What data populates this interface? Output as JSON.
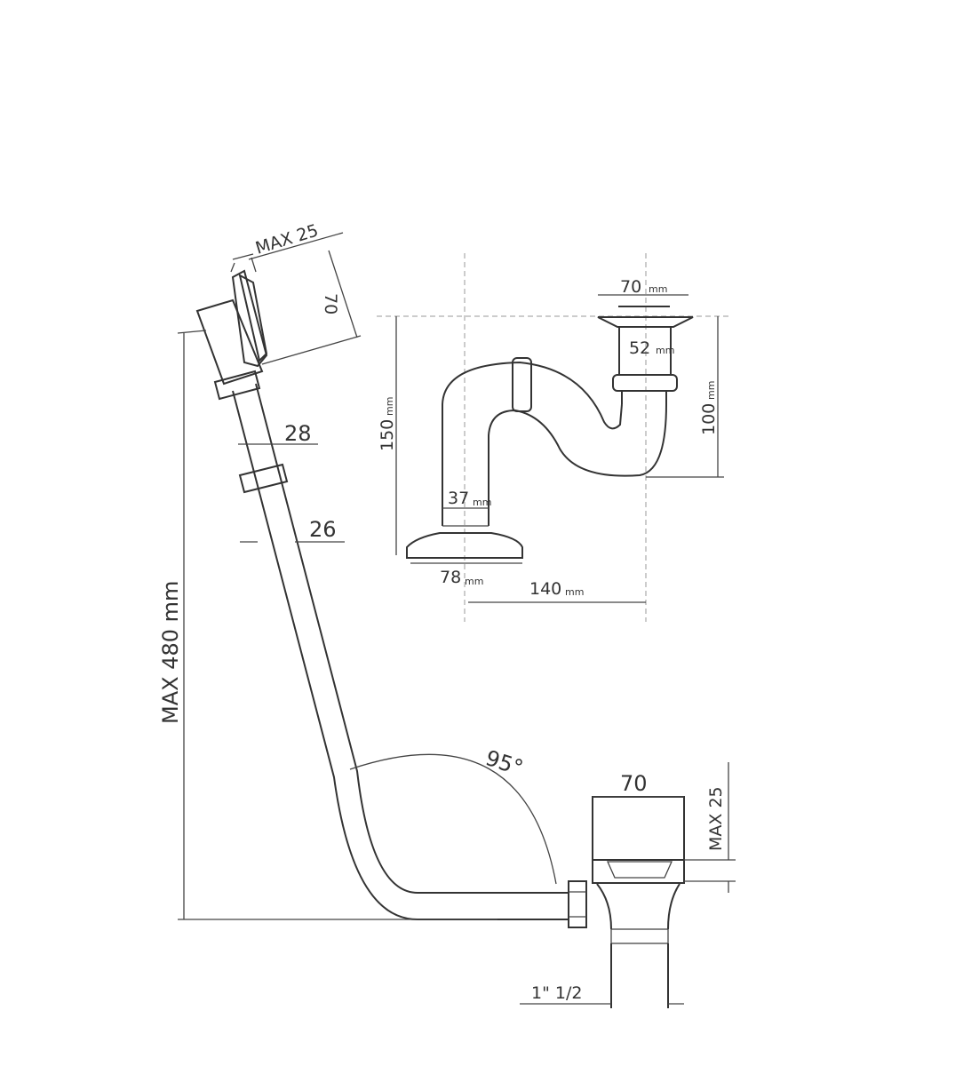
{
  "overflow_assembly": {
    "total_height": "MAX 480 mm",
    "head_depth": "MAX 25",
    "head_diameter": "70",
    "upper_pipe_diameter": "28",
    "lower_pipe_diameter": "26",
    "angle": "95°"
  },
  "waste_assembly": {
    "plug_diameter": "70",
    "plug_height": "MAX 25",
    "thread": "1\" 1/2"
  },
  "trap": {
    "plug_diameter": "70",
    "body_diameter": "52",
    "depth": "100",
    "total_height": "150",
    "pipe_diameter": "37",
    "flange_diameter": "78",
    "offset": "140",
    "unit": "mm"
  }
}
